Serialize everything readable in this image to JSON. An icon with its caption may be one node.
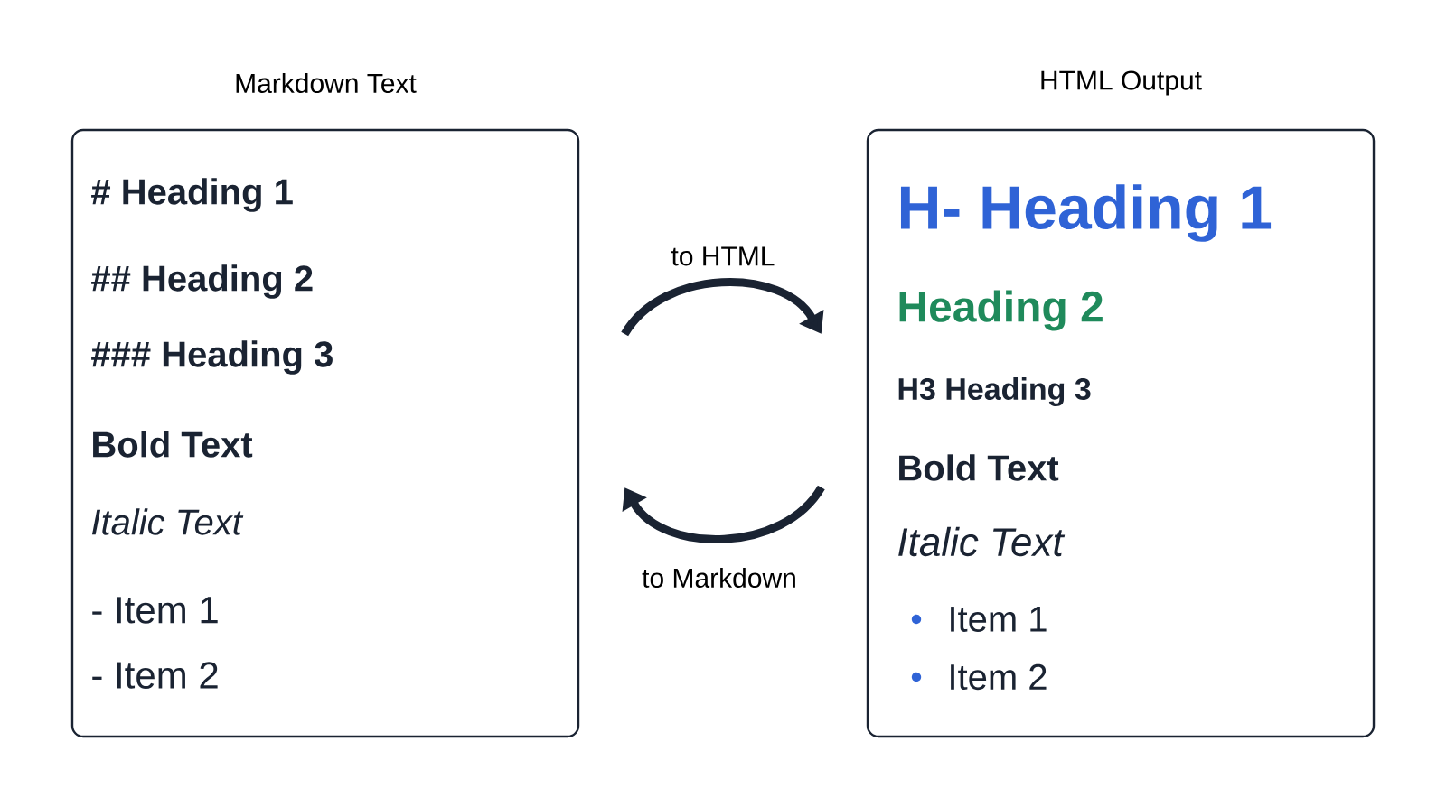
{
  "diagram": {
    "nodes": [
      {
        "text": [
          "Markdown Text",
          "# Heading 1",
          "## Heading 2",
          "### Heading 3",
          "**Bold Text**",
          "*Italic Text*",
          "- Item 1",
          "- Item 2"
        ]
      },
      {
        "text": [
          "HTML Output",
          "H- Heading 1",
          "Heading 2",
          "H3 Heading 3",
          "Bold Text",
          "Italic Text",
          "Item 1",
          "Item 2"
        ]
      }
    ],
    "edges": [
      {
        "from": 0,
        "to": 1,
        "arrow": "to",
        "label": "to HTML"
      },
      {
        "from": 1,
        "to": 0,
        "arrow": "to",
        "label": "to Markdown"
      }
    ]
  }
}
